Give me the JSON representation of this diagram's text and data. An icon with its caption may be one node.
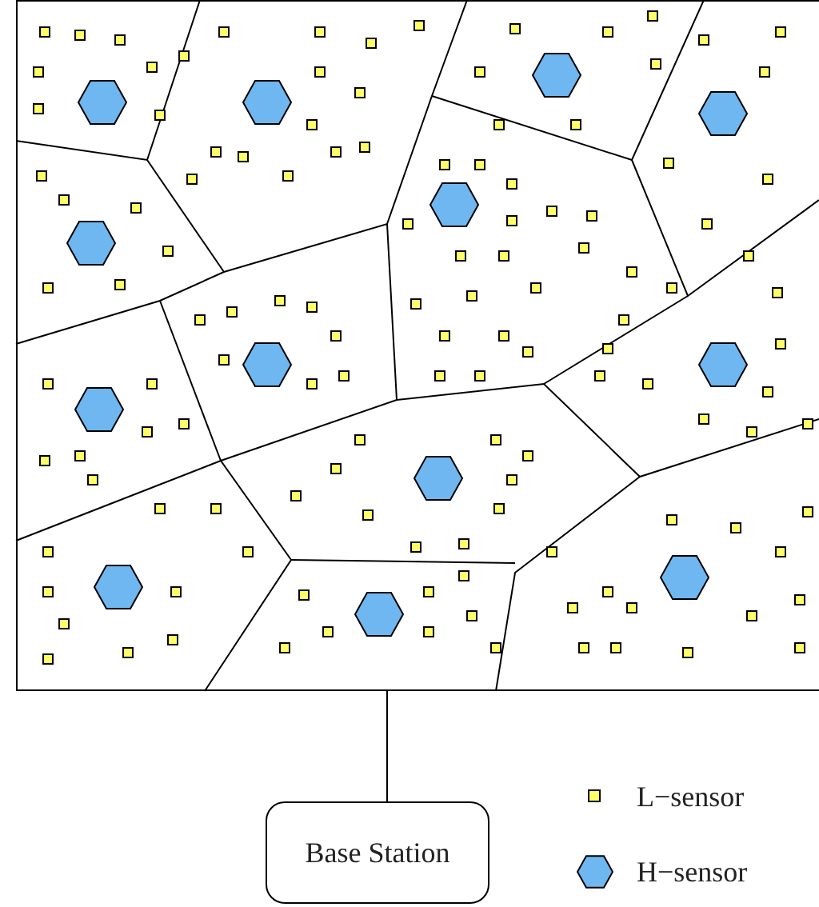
{
  "diagram": {
    "nodes": [
      {
        "text": [],
        "shape": "box"
      },
      {
        "text": [
          "Base Station"
        ]
      }
    ],
    "edges": [
      {
        "from": 0,
        "to": 1,
        "arrow": "none"
      }
    ],
    "legend": [
      {
        "text": "L−sensor"
      },
      {
        "text": "H−sensor"
      }
    ]
  }
}
